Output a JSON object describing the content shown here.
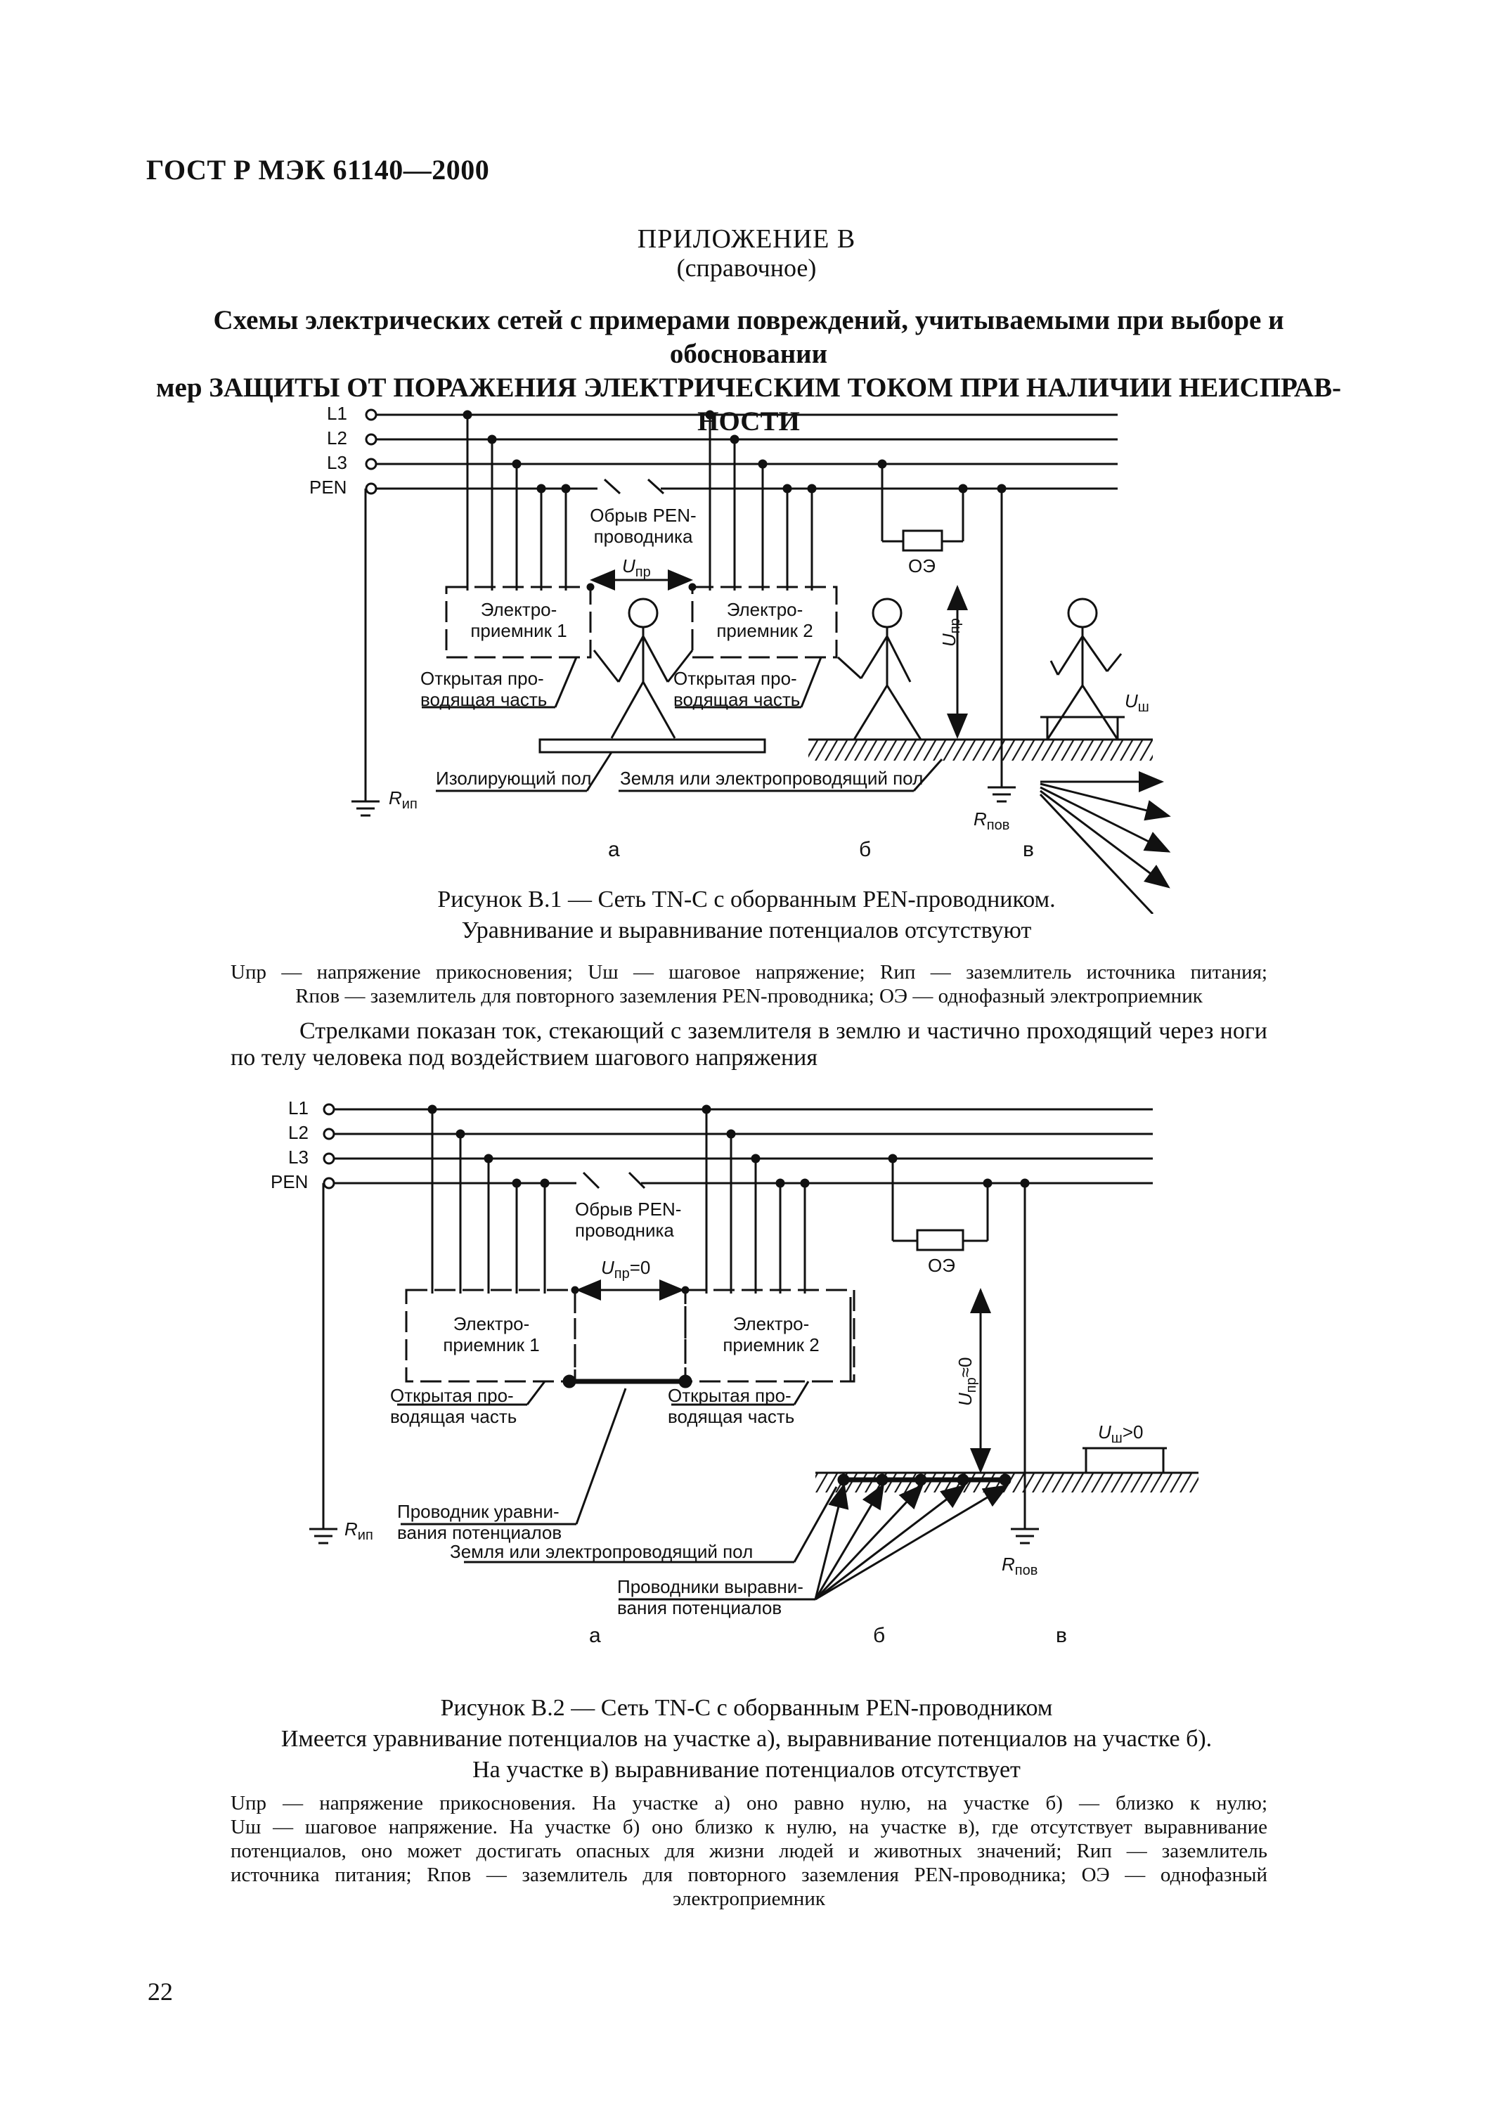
{
  "header": "ГОСТ Р МЭК 61140—2000",
  "appendix": {
    "title": "ПРИЛОЖЕНИЕ В",
    "subtitle": "(справочное)"
  },
  "main_title": {
    "line1": "Схемы электрических сетей с примерами повреждений, учитываемыми при выборе и обосновании",
    "line2": "мер ЗАЩИТЫ ОТ ПОРАЖЕНИЯ ЭЛЕКТРИЧЕСКИМ ТОКОМ ПРИ НАЛИЧИИ НЕИСПРАВ-",
    "line3": "НОСТИ"
  },
  "figure1": {
    "bus_labels": [
      "L1",
      "L2",
      "L3",
      "PEN"
    ],
    "break_label_1": "Обрыв PEN-",
    "break_label_2": "проводника",
    "u_touch": "U",
    "u_touch_sub": "пр",
    "receiver1_1": "Электро-",
    "receiver1_2": "приемник 1",
    "receiver2_1": "Электро-",
    "receiver2_2": "приемник 2",
    "oe": "ОЭ",
    "exposed_1": "Открытая про-",
    "exposed_2": "водящая часть",
    "exposed2_1": "Открытая про-",
    "exposed2_2": "водящая часть",
    "u_step": "U",
    "u_step_sub": "ш",
    "insulating_floor": "Изолирующий пол",
    "earth_floor": "Земля или электропроводящий пол",
    "r_source": "R",
    "r_source_sub": "ип",
    "r_repeat": "R",
    "r_repeat_sub": "пов",
    "section_a": "а",
    "section_b": "б",
    "section_v": "в",
    "caption_1": "Рисунок В.1 — Сеть TN-C с оборванным PEN-проводником.",
    "caption_2": "Уравнивание и выравнивание потенциалов отсутствуют",
    "legend_1": "Uпр — напряжение прикосновения; Uш — шаговое напряжение; Rип — заземлитель источника питания;",
    "legend_2": "Rпов — заземлитель для повторного заземления PEN-проводника; ОЭ — однофазный электроприемник",
    "note": "Стрелками показан ток, стекающий с заземлителя в землю и частично проходящий через ноги по телу человека под воздействием шагового напряжения"
  },
  "figure2": {
    "bus_labels": [
      "L1",
      "L2",
      "L3",
      "PEN"
    ],
    "break_label_1": "Обрыв PEN-",
    "break_label_2": "проводника",
    "u_touch": "U",
    "u_touch_sub": "пр",
    "u_touch_val": "=0",
    "u_touch_vert": "≈0",
    "receiver1_1": "Электро-",
    "receiver1_2": "приемник 1",
    "receiver2_1": "Электро-",
    "receiver2_2": "приемник 2",
    "oe": "ОЭ",
    "exposed_1": "Открытая про-",
    "exposed_2": "водящая часть",
    "exposed2_1": "Открытая про-",
    "exposed2_2": "водящая часть",
    "u_step": "U",
    "u_step_sub": "ш",
    "u_step_val": ">0",
    "bonding_1": "Проводник уравни-",
    "bonding_2": "вания потенциалов",
    "earth_floor": "Земля или электропроводящий пол",
    "grading_1": "Проводники выравни-",
    "grading_2": "вания потенциалов",
    "r_source": "R",
    "r_source_sub": "ип",
    "r_repeat": "R",
    "r_repeat_sub": "пов",
    "section_a": "а",
    "section_b": "б",
    "section_v": "в",
    "caption_1": "Рисунок В.2 — Сеть TN-C с оборванным PEN-проводником",
    "caption_2": "Имеется уравнивание потенциалов на участке а), выравнивание потенциалов на участке б).",
    "caption_3": "На   участке в) выравнивание потенциалов отсутствует",
    "legend_1": "Uпр — напряжение прикосновения. На участке а) оно равно нулю, на участке б) — близко к нулю;",
    "legend_2": "Uш — шаговое напряжение. На участке б) оно близко к нулю, на участке в), где отсутствует выравнивание",
    "legend_3": "потенциалов, оно может достигать опасных для жизни людей и животных значений; Rип — заземлитель",
    "legend_4": "источника питания; Rпов — заземлитель для повторного заземления PEN-проводника; ОЭ — однофазный",
    "legend_5": "электроприемник"
  },
  "page_number": "22"
}
